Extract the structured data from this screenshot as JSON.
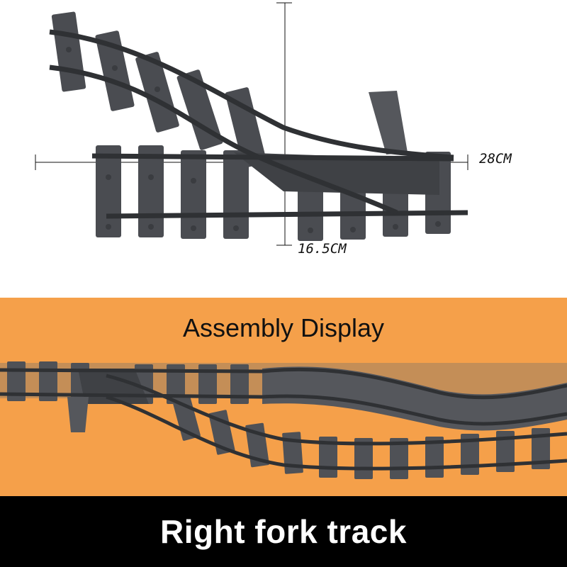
{
  "dimensions": {
    "width_label": "28CM",
    "height_label": "16.5CM"
  },
  "assembly_label": "Assembly Display",
  "title": "Right fork track",
  "colors": {
    "track": "#505257",
    "track_dark": "#3a3c40",
    "orange": "#f5a04a",
    "banner": "#000000",
    "banner_text": "#ffffff"
  }
}
